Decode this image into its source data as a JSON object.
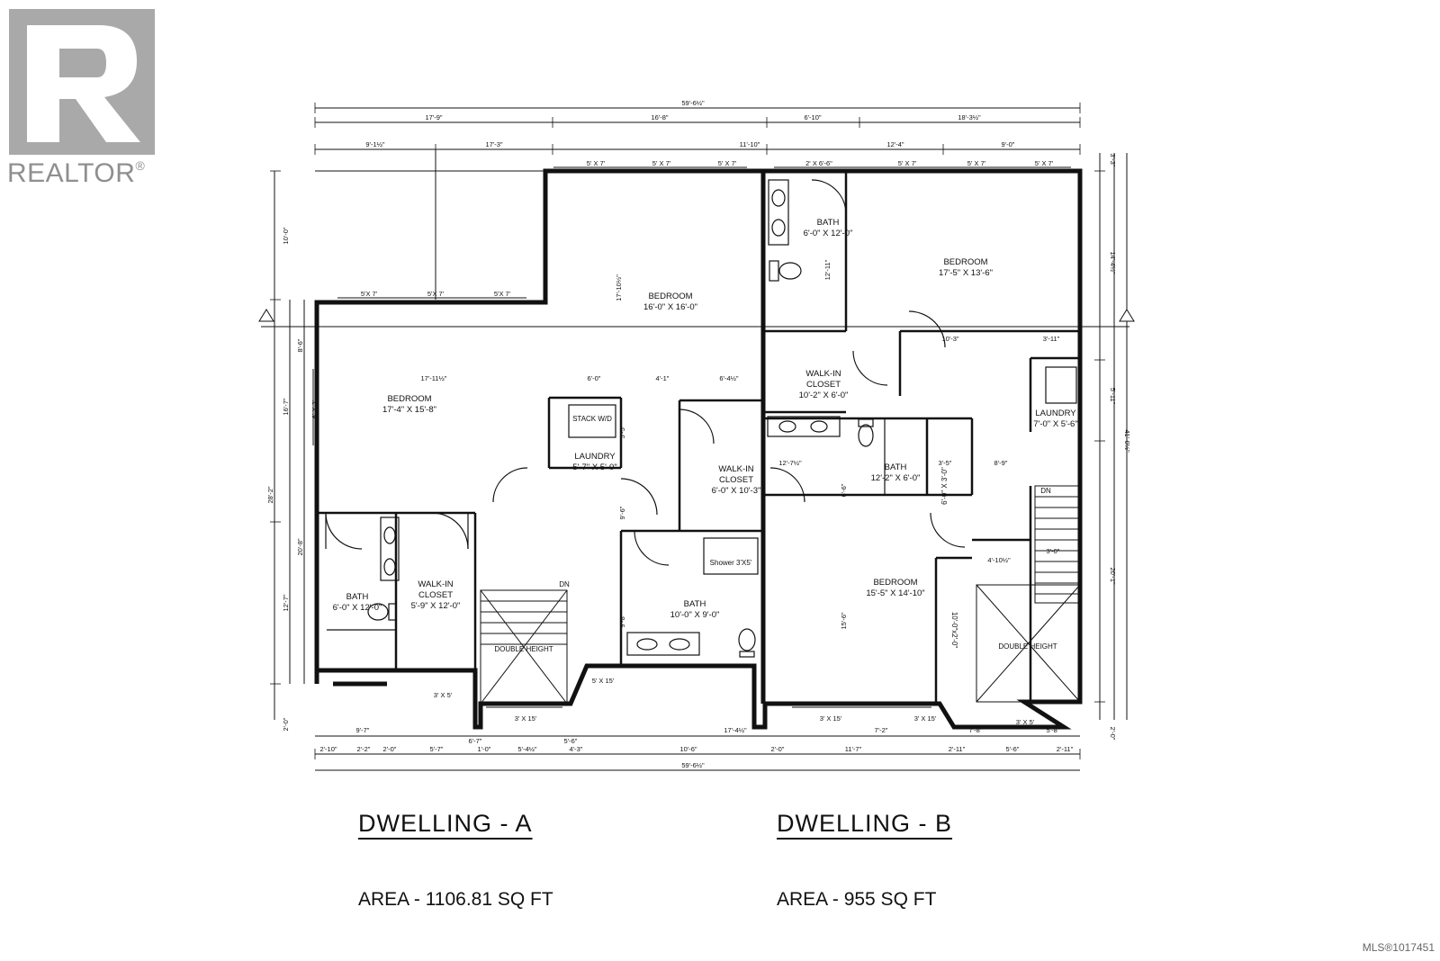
{
  "branding": {
    "logo_text": "REALTOR",
    "logo_mark": "R",
    "reg_symbol": "®"
  },
  "dims": {
    "overall_top": "59'-6½\"",
    "overall_bottom": "59'-6½\"",
    "top_row1": [
      "17'-9\"",
      "16'-8\"",
      "6'-10\"",
      "18'-3½\""
    ],
    "top_row2": [
      "9'-1½\"",
      "17'-3\"",
      "11'-10\"",
      "12'-4\"",
      "9'-0\""
    ],
    "bottom_row": [
      "2'-10\"",
      "2'-2\"",
      "2'-0\"",
      "5'-7\"",
      "1'-0\"",
      "5'-4½\"",
      "4'-3\"",
      "10'-6\"",
      "2'-0\"",
      "11'-7\"",
      "2'-11\"",
      "5'-6\"",
      "2'-11\""
    ],
    "bottom_row2": [
      "9'-7\"",
      "6'-7\"",
      "5'-6\"",
      "17'-4½\"",
      "7'-2\"",
      "7'-8\"",
      "5'-8\""
    ],
    "left": [
      "10'-0\"",
      "8'-6\"",
      "16'-7\"",
      "28'-2\"",
      "20'-8\"",
      "12'-7\"",
      "2'-0\""
    ],
    "right": [
      "3'-3\"",
      "14'-4½\"",
      "5'-11\"",
      "41'-0½\"",
      "20'-1\"",
      "2'-0\""
    ]
  },
  "windows": {
    "a_top": [
      "5'X 7'",
      "5'X 7'",
      "5'X 7'"
    ],
    "mid_top": [
      "5' X 7'",
      "5' X 7'",
      "5' X 7'"
    ],
    "b_top": [
      "2' X 6'-6\"",
      "5' X 7'",
      "5' X 7'",
      "5' X 7'"
    ],
    "bottom": [
      "3' X 5'",
      "5' X 15'",
      "3' X 15'",
      "3' X 15'",
      "3' X 15'",
      "3' X 5'"
    ]
  },
  "rooms": [
    {
      "name": "BEDROOM",
      "size": "17'-4\" X 15'-8\""
    },
    {
      "name": "BEDROOM",
      "size": "16'-0\" X 16'-0\""
    },
    {
      "name": "BATH",
      "size": "6'-0\" X 12'-0\""
    },
    {
      "name": "BEDROOM",
      "size": "17'-5\" X 13'-6\""
    },
    {
      "name": "WALK-IN CLOSET",
      "size": "10'-2\" X 6'-0\""
    },
    {
      "name": "LAUNDRY",
      "size": "5'-7\" X 5'-0\""
    },
    {
      "name": "WALK-IN CLOSET",
      "size": "6'-0\" X 10'-3\""
    },
    {
      "name": "BATH",
      "size": "12'-2\" X 6'-0\""
    },
    {
      "name": "LAUNDRY",
      "size": "7'-0\" X 5'-6\""
    },
    {
      "name": "BATH",
      "size": "6'-0\" X 12'-0\""
    },
    {
      "name": "WALK-IN CLOSET",
      "size": "5'-9\" X 12'-0\""
    },
    {
      "name": "BATH",
      "size": "10'-0\" X 9'-0\""
    },
    {
      "name": "BEDROOM",
      "size": "15'-5\" X 14'-10\""
    }
  ],
  "fixtures": {
    "stack": "STACK W/D",
    "shower": "Shower 3'X5'",
    "double_height": "DOUBLE HEIGHT",
    "dn": "DN",
    "closet_b": "10'-0\"x2'-0\"",
    "closet_small": "6'-0\" X 3'-0\""
  },
  "inner_dims": [
    "17'-11½\"",
    "6'-0\"",
    "4'-1\"",
    "6'-4½\"",
    "17'-10½\"",
    "12'-11\"",
    "10'-3\"",
    "3'-11\"",
    "12'-7½\"",
    "3'-5\"",
    "8'-9\"",
    "4'-10½\"",
    "3'-0\"",
    "6'-6\"",
    "15'-6\"",
    "9'-6\"",
    "9'-8\"",
    "5'-5\"",
    "6' X 2'"
  ],
  "labels": {
    "dwelling_a": "DWELLING - A",
    "dwelling_b": "DWELLING - B",
    "area_a": "AREA - 1106.81 SQ FT",
    "area_b": "AREA - 955 SQ FT",
    "mls": "MLS®1017451"
  }
}
